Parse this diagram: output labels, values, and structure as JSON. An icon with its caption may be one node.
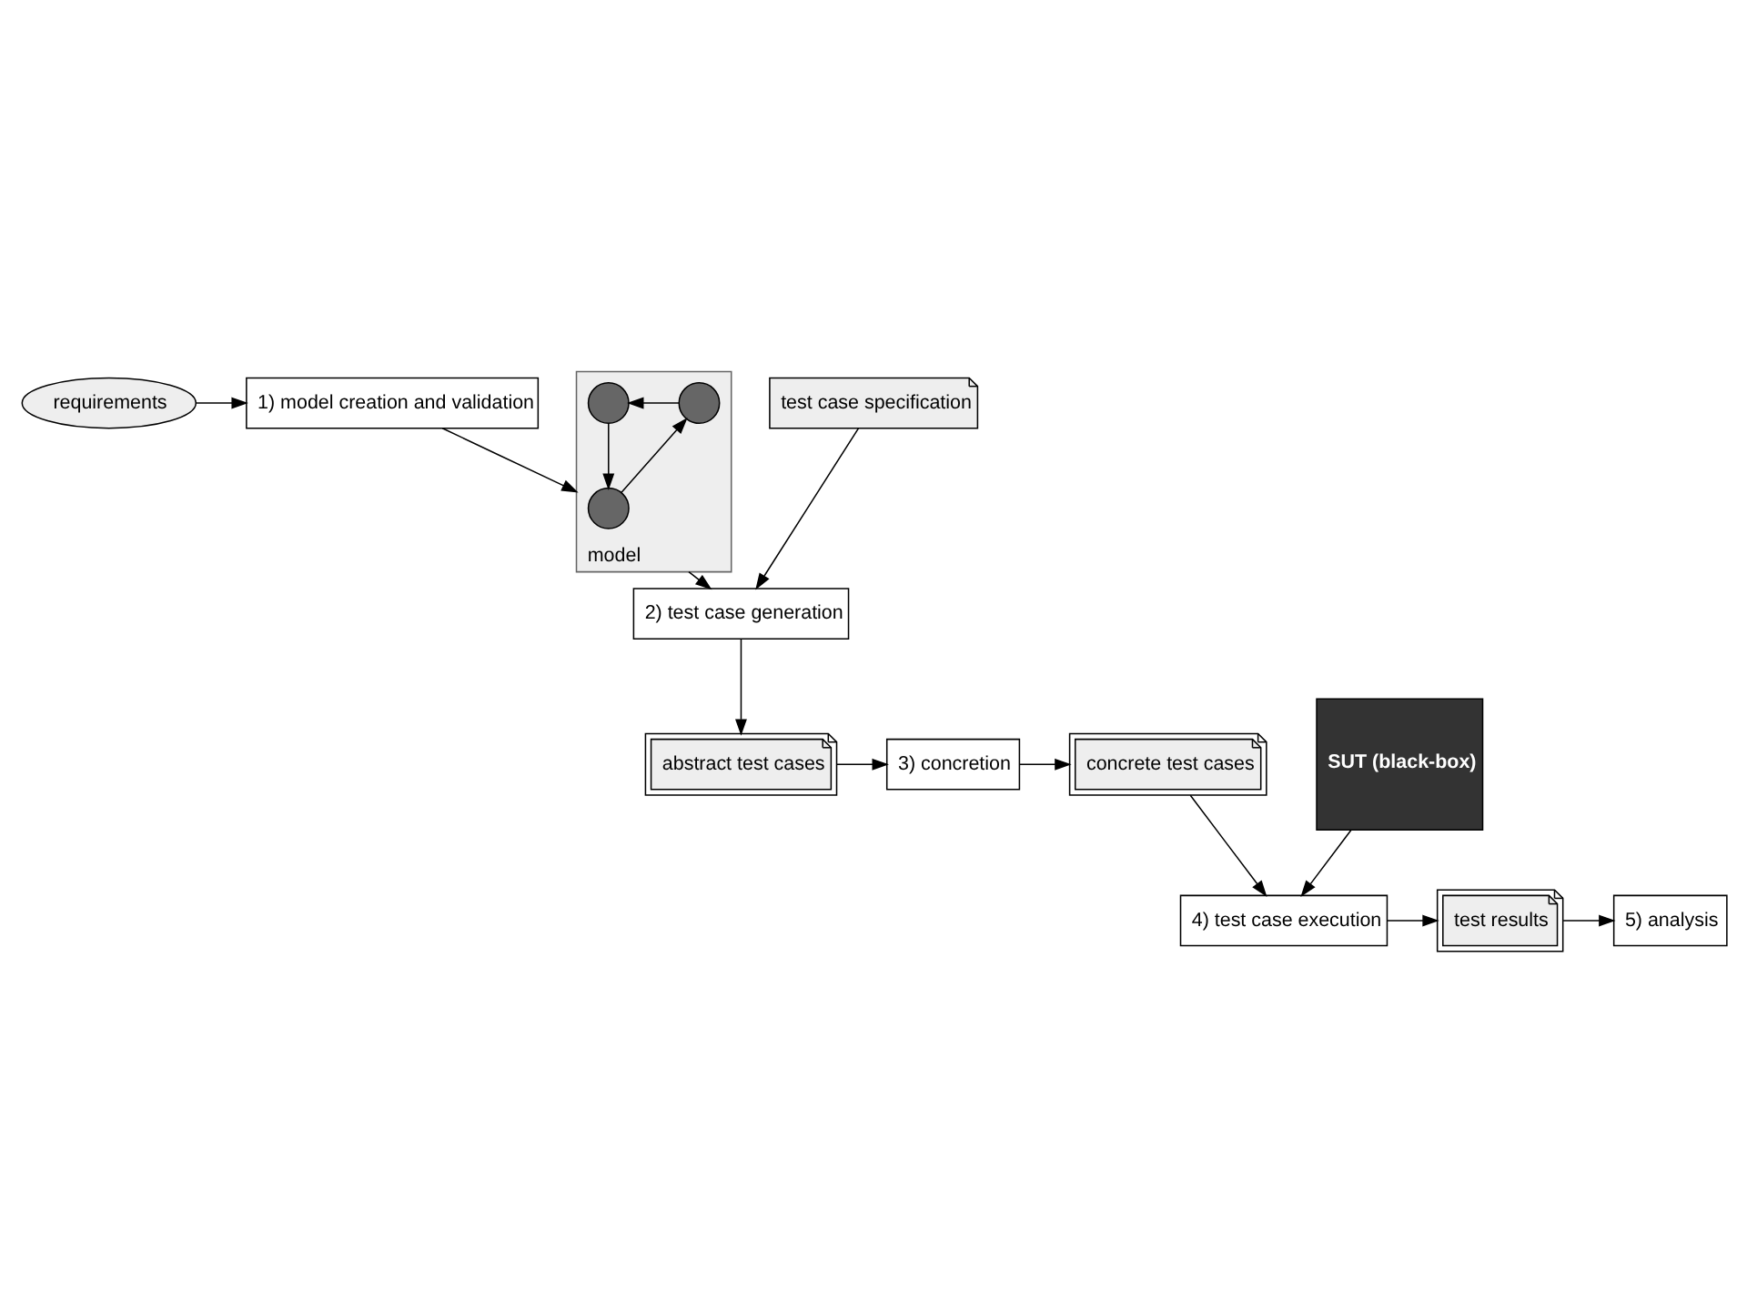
{
  "diagram": {
    "nodes": [
      {
        "text": [
          "requirements"
        ]
      },
      {
        "text": [
          "1) model creation and validation"
        ]
      },
      {
        "text": [
          "model"
        ]
      },
      {
        "text": [],
        "shape": "circle",
        "in": 2
      },
      {
        "text": [],
        "shape": "circle",
        "in": 2
      },
      {
        "text": [],
        "shape": "circle",
        "in": 2
      },
      {
        "text": [
          "test case specification"
        ]
      },
      {
        "text": [
          "2) test case generation"
        ]
      },
      {
        "text": [
          "abstract test cases"
        ]
      },
      {
        "text": [
          "3) concretion"
        ]
      },
      {
        "text": [
          "SUT (black-box)"
        ]
      },
      {
        "text": [
          "concrete test cases"
        ]
      },
      {
        "text": [
          "4) test case execution"
        ]
      },
      {
        "text": [
          "test results"
        ]
      },
      {
        "text": [
          "5) analysis"
        ]
      }
    ],
    "edges": [
      {
        "from": 0,
        "to": 1,
        "arrow": "to"
      },
      {
        "from": 1,
        "to": 2,
        "arrow": "to"
      },
      {
        "from": 3,
        "to": 4,
        "arrow": "to"
      },
      {
        "from": 4,
        "to": 5,
        "arrow": "to"
      },
      {
        "from": 5,
        "to": 3,
        "arrow": "to"
      },
      {
        "from": 2,
        "to": 7,
        "arrow": "to"
      },
      {
        "from": 6,
        "to": 7,
        "arrow": "to"
      },
      {
        "from": 7,
        "to": 8,
        "arrow": "to"
      },
      {
        "from": 8,
        "to": 9,
        "arrow": "to"
      },
      {
        "from": 9,
        "to": 11,
        "arrow": "to"
      },
      {
        "from": 10,
        "to": 12,
        "arrow": "to"
      },
      {
        "from": 11,
        "to": 12,
        "arrow": "to"
      },
      {
        "from": 12,
        "to": 13,
        "arrow": "to"
      },
      {
        "from": 13,
        "to": 14,
        "arrow": "to"
      }
    ]
  }
}
